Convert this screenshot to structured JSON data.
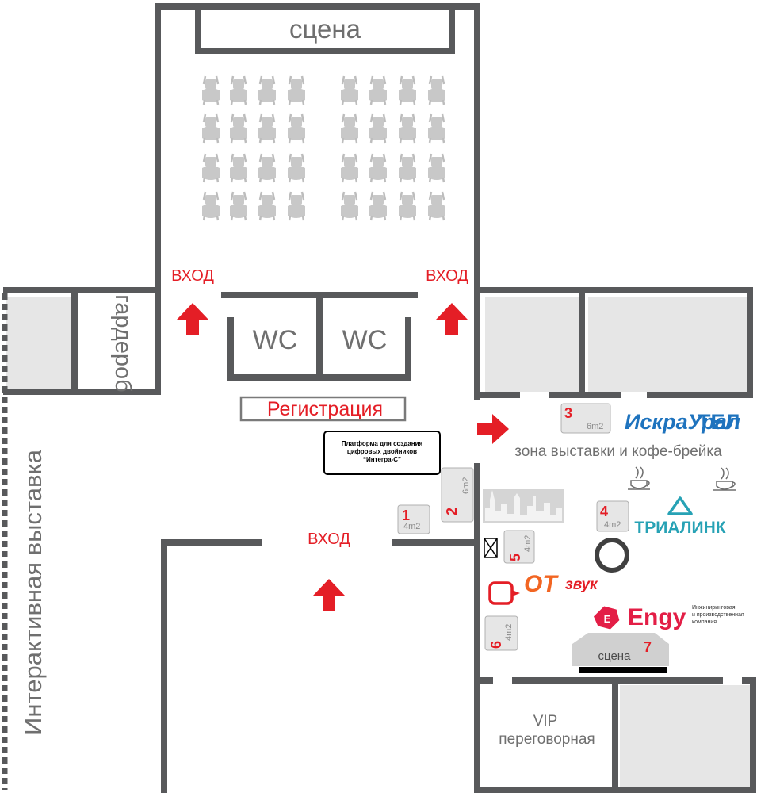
{
  "rooms": {
    "stage_top": "сцена",
    "wc_left": "WC",
    "wc_right": "WC",
    "wardrobe": "гардероб",
    "interactive_exhibition": "Интерактивная выставка",
    "registration": "Регистрация",
    "expo_zone": "зона выставки и кофе-брейка",
    "stage_small": "сцена",
    "vip_line1": "VIP",
    "vip_line2": "переговорная"
  },
  "entrances": [
    "ВХОД",
    "ВХОД",
    "ВХОД"
  ],
  "platform_sign": {
    "line1": "Платформа для создания",
    "line2": "цифровых двойников",
    "line3": "“Интегра-С”"
  },
  "booths": [
    {
      "number": "1",
      "area": "4m2"
    },
    {
      "number": "2",
      "area": "6m2"
    },
    {
      "number": "3",
      "area": "6m2"
    },
    {
      "number": "4",
      "area": "4m2"
    },
    {
      "number": "5",
      "area": "4m2"
    },
    {
      "number": "6",
      "area": "4m2"
    },
    {
      "number": "7",
      "area": ""
    }
  ],
  "logos": {
    "iskra_part1": "ИскраУрал",
    "iskra_part2": "ТЕЛ",
    "trialink": "ТРИАЛИНК",
    "otzvuk_part1": "ОТ",
    "otzvuk_part2": "звук",
    "engy": "Engy",
    "engy_desc_line1": "Инжиниринговая",
    "engy_desc_line2": "и производственная",
    "engy_desc_line3": "компания"
  },
  "colors": {
    "wall": "#58595b",
    "room_fill": "#e6e6e6",
    "accent_red": "#e41e26",
    "iskra_blue": "#1e73be",
    "trialink_teal": "#27a2b5",
    "otzvuk_orange": "#f26522",
    "engy_red": "#e31e46"
  }
}
